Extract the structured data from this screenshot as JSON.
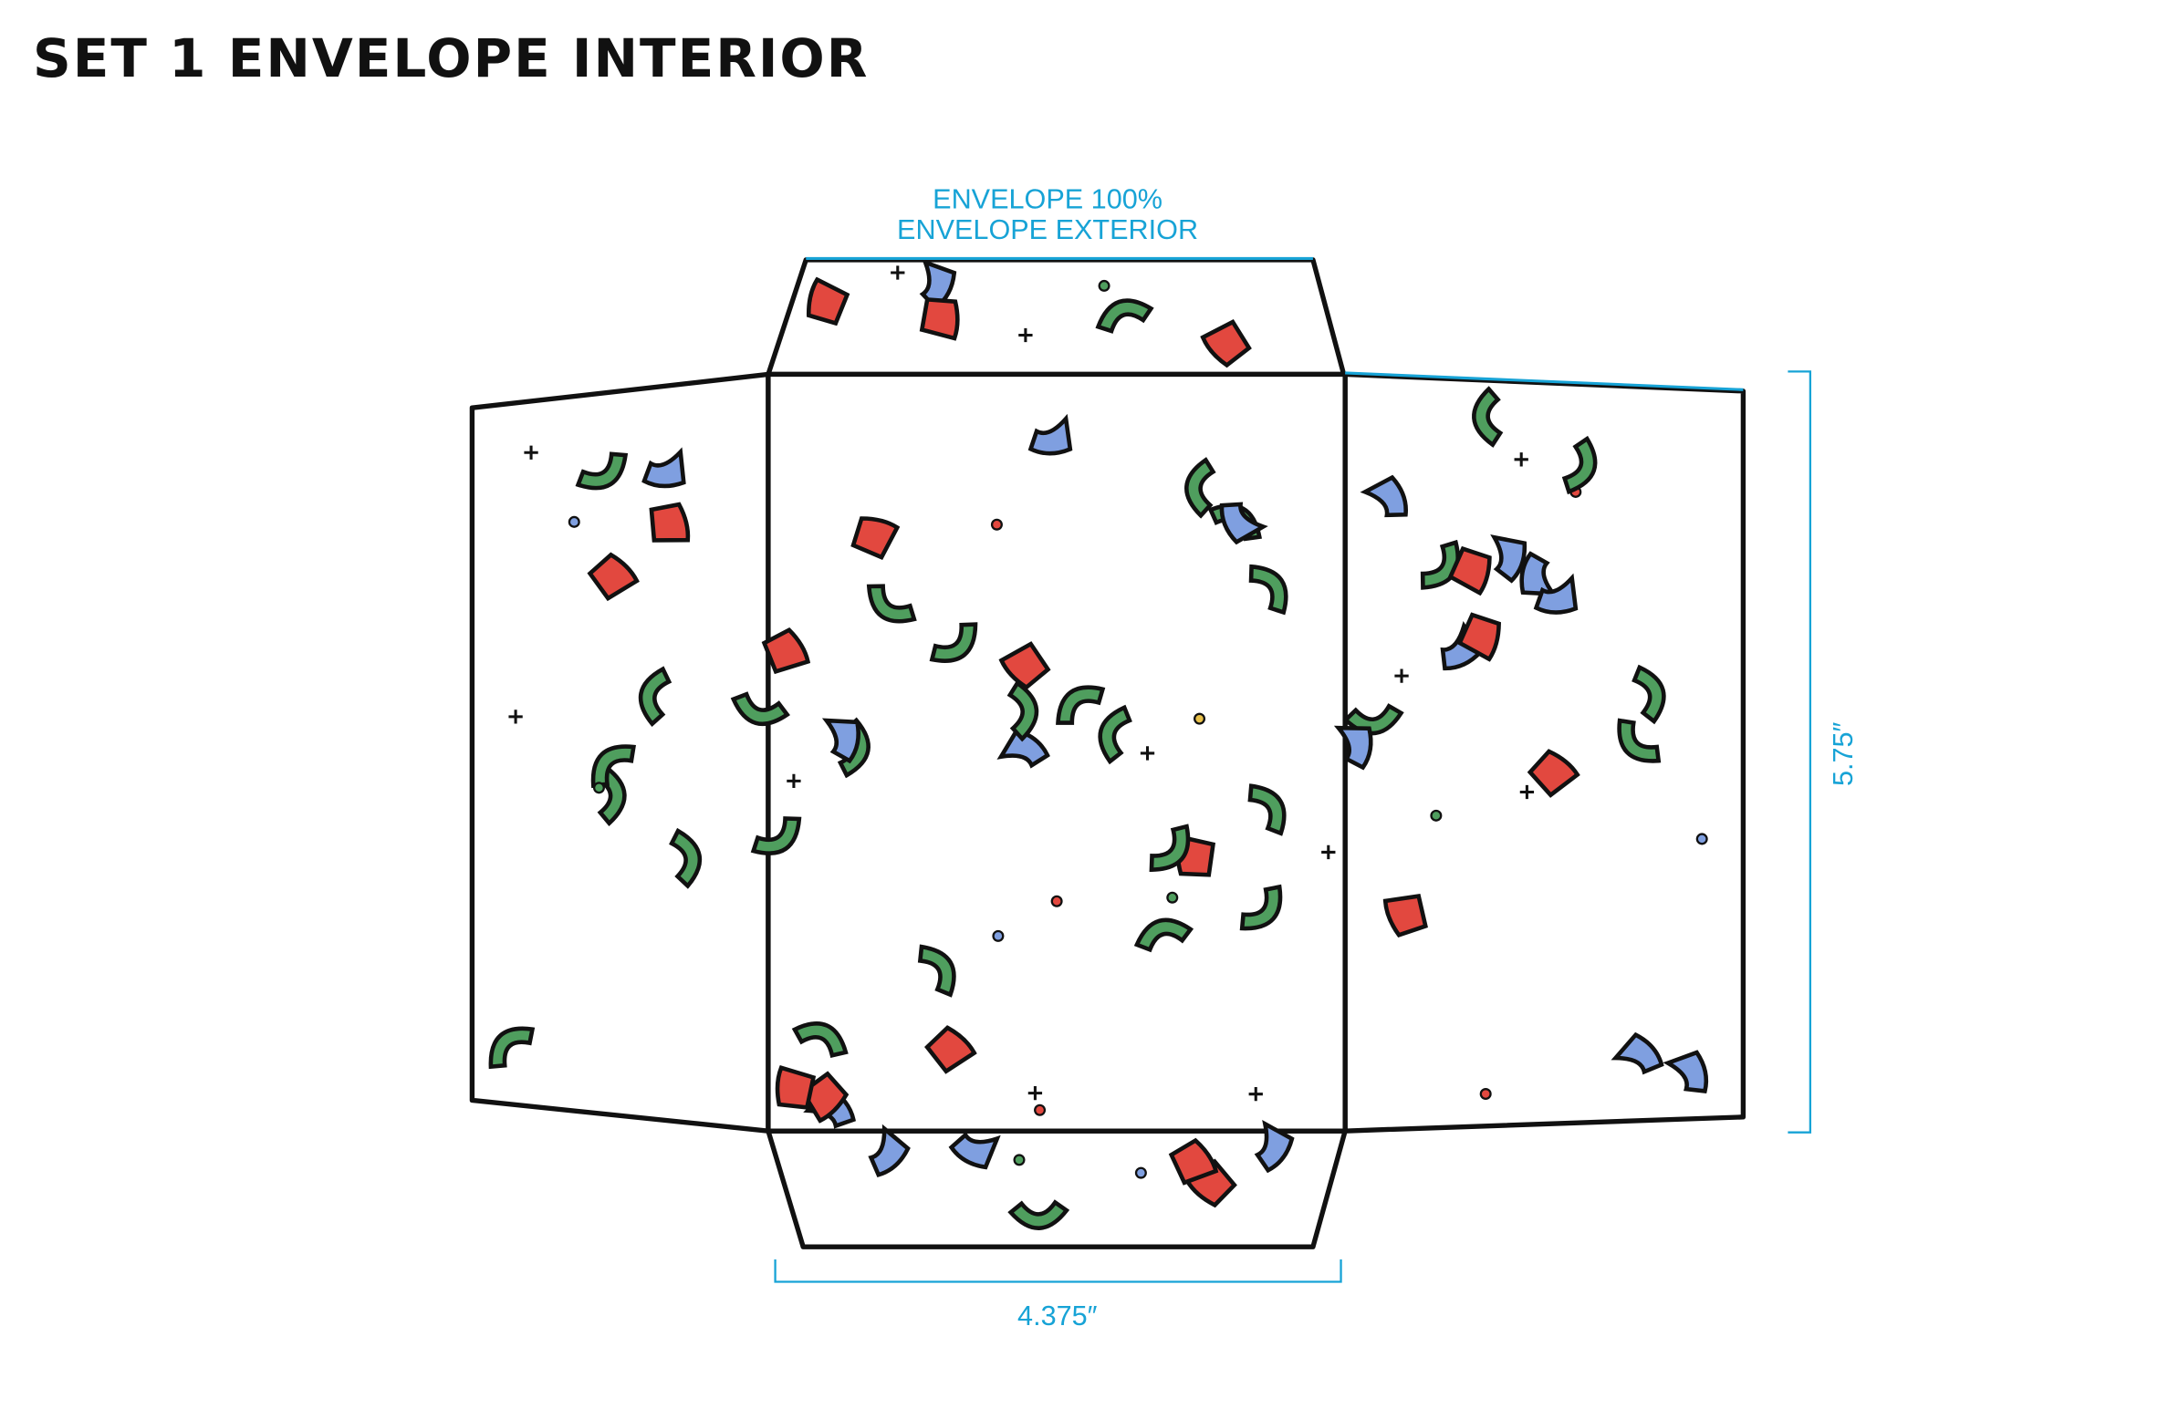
{
  "title": "SET 1 ENVELOPE INTERIOR",
  "labels": {
    "line1": "ENVELOPE 100%",
    "line2": "ENVELOPE EXTERIOR",
    "height": "5.75″",
    "width": "4.375″"
  },
  "colors": {
    "green": "#4f9e5e",
    "blue": "#7f9fe0",
    "red": "#e2483f",
    "yellow": "#e9c14a",
    "dimension": "#17a3d6"
  }
}
